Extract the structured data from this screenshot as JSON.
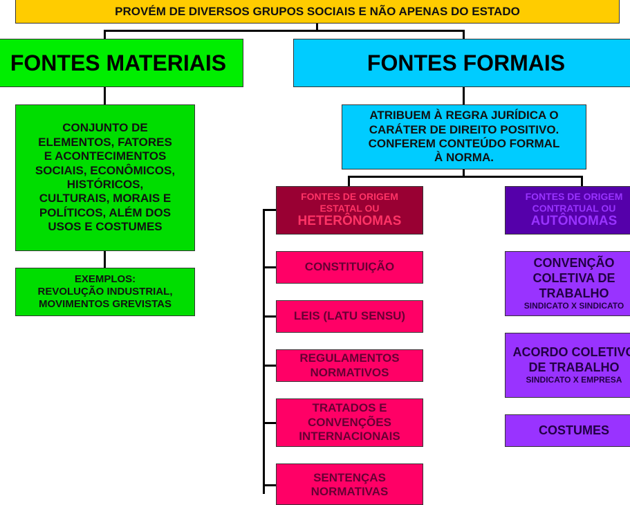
{
  "top_banner": "PROVÉM DE DIVERSOS GRUPOS SOCIAIS E NÃO APENAS DO ESTADO",
  "fontes_materiais": {
    "title": "FONTES MATERIAIS",
    "description_lines": [
      "CONJUNTO DE",
      "ELEMENTOS, FATORES",
      "E ACONTECIMENTOS",
      "SOCIAIS, ECONÔMICOS,",
      "HISTÓRICOS,",
      "CULTURAIS, MORAIS E",
      "POLÍTICOS, ALÉM DOS",
      "USOS E COSTUMES"
    ],
    "examples_lines": [
      "EXEMPLOS:",
      "REVOLUÇÃO INDUSTRIAL,",
      "MOVIMENTOS GREVISTAS"
    ]
  },
  "fontes_formais": {
    "title": "FONTES FORMAIS",
    "description_lines": [
      "ATRIBUEM À REGRA JURÍDICA O",
      "CARÁTER DE DIREITO POSITIVO.",
      "CONFEREM CONTEÚDO FORMAL",
      "À NORMA."
    ],
    "heteronomas": {
      "title_lines": [
        "FONTES DE ORIGEM",
        "ESTATAL OU",
        "HETERÔNOMAS"
      ],
      "items": [
        [
          "CONSTITUIÇÃO"
        ],
        [
          "LEIS (LATU SENSU)"
        ],
        [
          "REGULAMENTOS",
          "NORMATIVOS"
        ],
        [
          "TRATADOS E",
          "CONVENÇÕES",
          "INTERNACIONAIS"
        ],
        [
          "SENTENÇAS",
          "NORMATIVAS"
        ]
      ]
    },
    "autonomas": {
      "title_lines": [
        "FONTES DE ORIGEM",
        "CONTRATUAL OU",
        "AUTÔNOMAS"
      ],
      "items": [
        {
          "lines": [
            "CONVENÇÃO",
            "COLETIVA DE",
            "TRABALHO"
          ],
          "sub": "SINDICATO X SINDICATO"
        },
        {
          "lines": [
            "ACORDO COLETIVO",
            "DE TRABALHO"
          ],
          "sub": "SINDICATO X EMPRESA"
        },
        {
          "lines": [
            "COSTUMES"
          ],
          "sub": ""
        }
      ]
    }
  }
}
